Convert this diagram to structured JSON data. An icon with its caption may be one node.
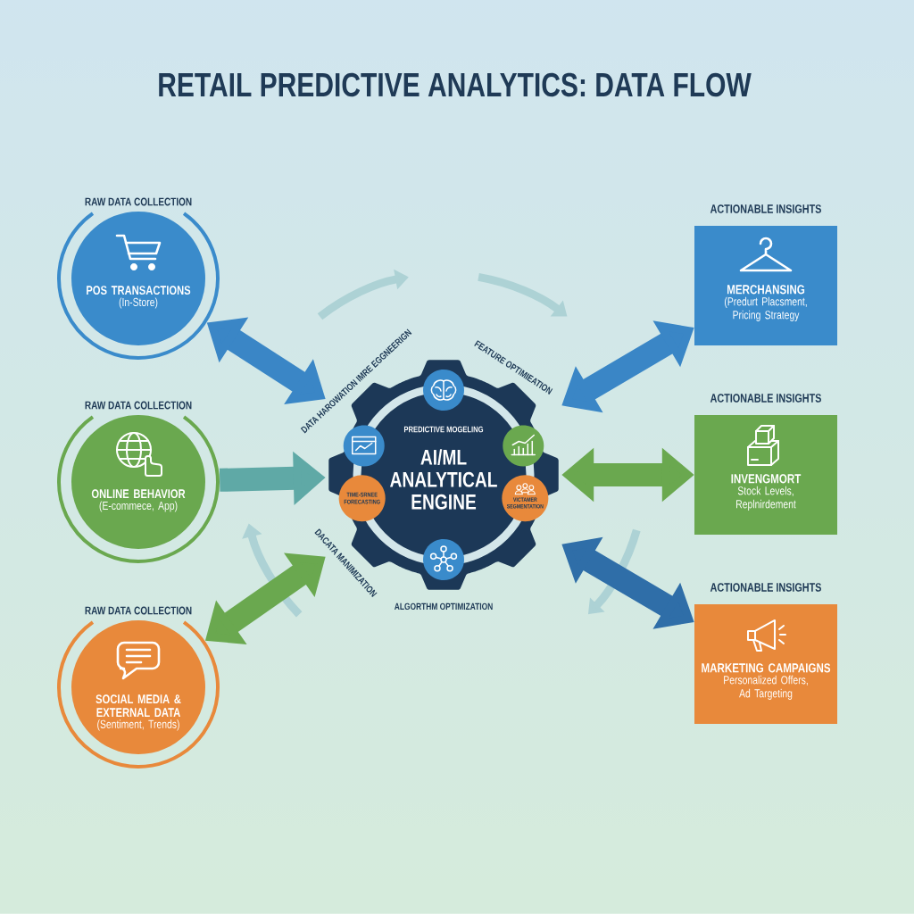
{
  "diagram": {
    "title": "RETAIL PREDICTIVE ANALYTICS: DATA FLOW",
    "nodes": [
      {
        "text": [
          "RAW DATA COLLECTION",
          "POS TRANSACTIONS",
          "(In-Store)"
        ]
      },
      {
        "text": [
          "RAW DATA COLLECTION",
          "ONLINE BEHAVIOR",
          "(E-commece, App)"
        ]
      },
      {
        "text": [
          "RAW DATA COLLECTION",
          "SOCIAL MEDIA & EXTERNAL DATA",
          "(Sentiment, Trends)"
        ]
      },
      {
        "text": [
          "PREDICTIVE MOGELING",
          "AI/ML ANALYTICAL ENGINE"
        ]
      },
      {
        "text": [],
        "shape": "circle",
        "in": 3
      },
      {
        "text": [],
        "shape": "circle",
        "in": 3
      },
      {
        "text": [],
        "shape": "circle",
        "in": 3
      },
      {
        "text": [
          "TIME-SRNEE FORECASTING"
        ],
        "in": 3
      },
      {
        "text": [
          "VICTAMER SEGMENTATION"
        ],
        "in": 3
      },
      {
        "text": [],
        "shape": "circle",
        "in": 3
      },
      {
        "text": [
          "ACTIONABLE INSIGHTS",
          "MERCHANSING",
          "(Predurt Placsment, Pricing Strategy"
        ]
      },
      {
        "text": [
          "ACTIONABLE INSIGHTS",
          "INVENGMORT",
          "Stock Levels, Replnirdement"
        ]
      },
      {
        "text": [
          "ACTIONABLE INSIGHTS",
          "MARKETING CAMPAIGNS",
          "Personalized Offers, Ad Targeting"
        ]
      }
    ],
    "edges": [
      {
        "from": 0,
        "to": 3,
        "arrow": "both"
      },
      {
        "from": 1,
        "to": 3,
        "arrow": "to",
        "color": "#5fa9a6"
      },
      {
        "from": 2,
        "to": 3,
        "arrow": "both",
        "color": "#6aa84f"
      },
      {
        "from": 3,
        "to": 10,
        "arrow": "both"
      },
      {
        "from": 3,
        "to": 11,
        "arrow": "both",
        "color": "#6aa84f"
      },
      {
        "from": 3,
        "to": 12,
        "arrow": "both",
        "color": "#2f6ea8"
      }
    ],
    "labels": [
      "DATA HAROWATION IMRE EGGNEERIGN",
      "FEATURE OPTIMIEATION",
      "DACATA MANIMIZATION",
      "ALGORTHM OPTIMIZATION"
    ]
  }
}
